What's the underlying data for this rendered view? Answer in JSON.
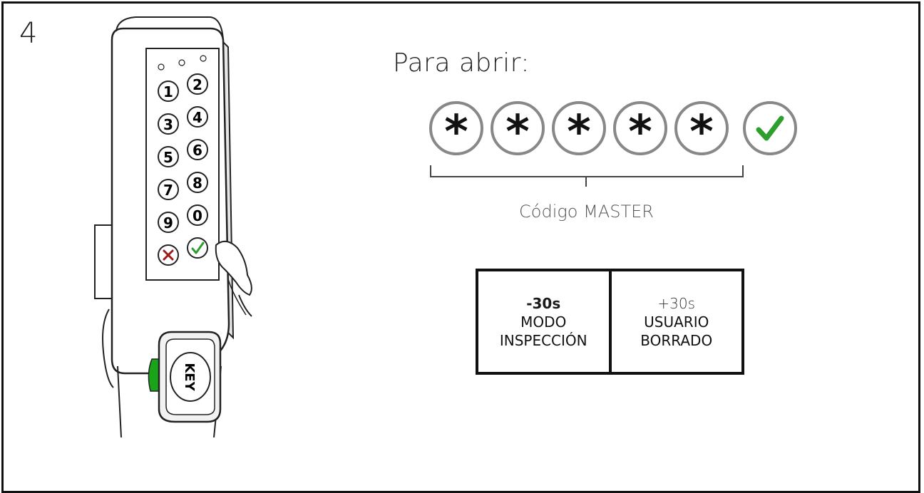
{
  "step_number": "4",
  "heading": "Para abrir:",
  "code_sequence": {
    "keys": [
      "*",
      "*",
      "*",
      "*",
      "*"
    ],
    "confirm_icon": "checkmark-icon",
    "label": "Código MASTER"
  },
  "modes": [
    {
      "time": "-30s",
      "line1": "MODO",
      "line2": "INSPECCIÓN"
    },
    {
      "time": "+30s",
      "line1": "USUARIO",
      "line2": "BORRADO"
    }
  ],
  "lock": {
    "keypad_keys": [
      "1",
      "2",
      "3",
      "4",
      "5",
      "6",
      "7",
      "8",
      "9",
      "0"
    ],
    "cancel_icon": "cross-icon",
    "ok_icon": "checkmark-icon",
    "brand": "KEY"
  },
  "colors": {
    "confirm_green": "#2e9e2e",
    "cancel_red": "#a01818",
    "indicator_green": "#1aa41a"
  }
}
